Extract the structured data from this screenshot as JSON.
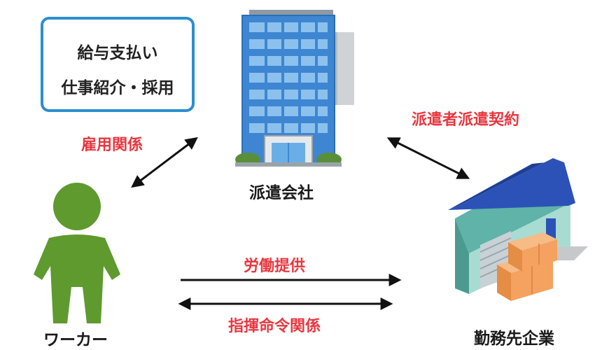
{
  "info_box": {
    "line1": "給与支払い",
    "line2": "仕事紹介・採用"
  },
  "labels": {
    "employment": "雇用関係",
    "dispatch_contract": "派遣者派遣契約",
    "labor": "労働提供",
    "command": "指揮命令関係"
  },
  "nodes": {
    "agency": "派遣会社",
    "worker": "ワーカー",
    "client": "勤務先企業"
  },
  "colors": {
    "accent_red": "#e8373f",
    "box_border": "#2b8fcf",
    "worker_green": "#5e9a2e",
    "building_blue": "#3e86d2",
    "roof_blue": "#2c52b8",
    "box_orange": "#f5a15f"
  }
}
